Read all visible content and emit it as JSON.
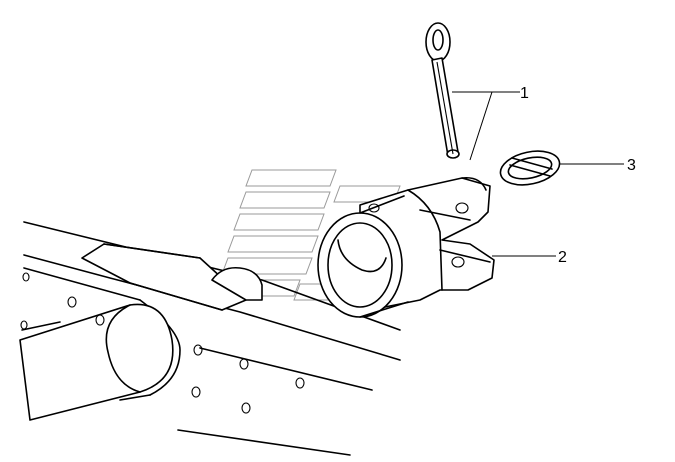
{
  "callouts": [
    {
      "id": "1",
      "label": "1"
    },
    {
      "id": "2",
      "label": "2"
    },
    {
      "id": "3",
      "label": "3"
    }
  ],
  "colors": {
    "line": "#000000",
    "watermark": "#9a9a9a",
    "background": "#ffffff"
  }
}
